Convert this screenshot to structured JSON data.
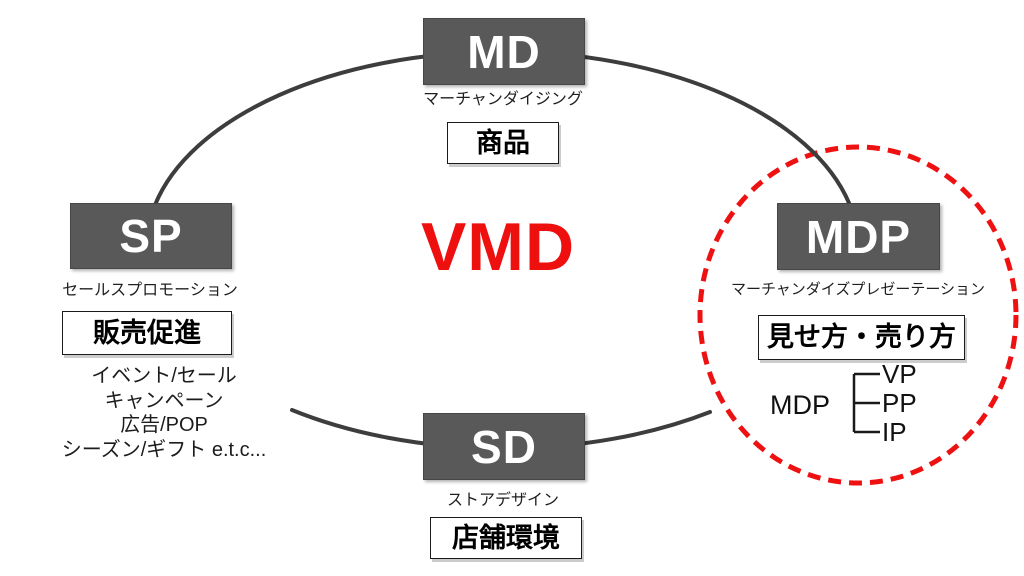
{
  "diagram": {
    "center_label": "VMD",
    "nodes": {
      "md": {
        "abbr": "MD",
        "name_kana": "マーチャンダイジング",
        "concept": "商品"
      },
      "sp": {
        "abbr": "SP",
        "name_kana": "セールスプロモーション",
        "concept": "販売促進",
        "examples": [
          "イベント/セール",
          "キャンペーン",
          "広告/POP",
          "シーズン/ギフト  e.t.c..."
        ]
      },
      "sd": {
        "abbr": "SD",
        "name_kana": "ストアデザイン",
        "concept": "店舗環境"
      },
      "mdp": {
        "abbr": "MDP",
        "name_kana": "マーチャンダイズプレゼーテーション",
        "concept": "見せ方・売り方",
        "breakdown": {
          "root": "MDP",
          "children": [
            "VP",
            "PP",
            "IP"
          ]
        }
      }
    },
    "colors": {
      "node_box_gray": "#595959",
      "vmd_red": "#EE0F0F",
      "highlight_circle_red": "#EE1111",
      "cycle_arc_gray": "#3D3D3D"
    }
  }
}
